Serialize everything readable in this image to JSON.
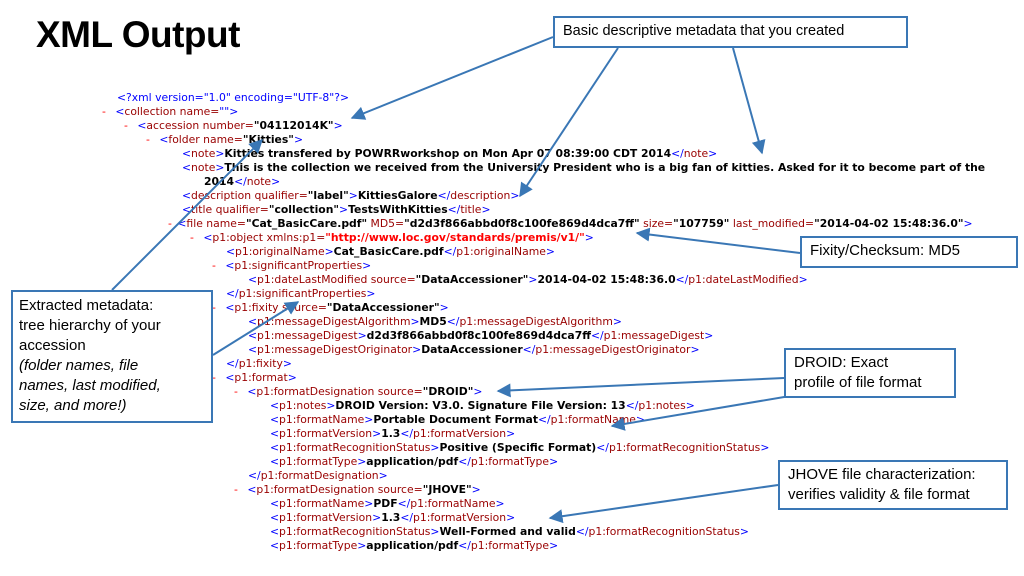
{
  "title": "XML Output",
  "callouts": {
    "basic": "Basic descriptive metadata that you created",
    "fixity": "Fixity/Checksum: MD5",
    "extracted_line1": "Extracted metadata:",
    "extracted_line2": "tree hierarchy of your",
    "extracted_line3": "accession",
    "extracted_italic1": "(folder names, file",
    "extracted_italic2": "names, last modified,",
    "extracted_italic3": "size, and more!)",
    "droid_line1": "DROID: Exact",
    "droid_line2": "profile of file format",
    "jhove_line1": "JHOVE file characterization:",
    "jhove_line2": "verifies validity & file format"
  },
  "colors": {
    "arrow": "#3a77b5",
    "tag": "#990000",
    "bracket": "#0000ff",
    "minus": "#ff0000"
  },
  "xml": {
    "l0": "<?xml version=\"1.0\" encoding=\"UTF-8\"?>",
    "minus": "-",
    "collection_open": "<collection name=\"\">",
    "accession_tag": "accession number=",
    "accession_number": "\"04112014K\"",
    "folder_tag": "folder name=",
    "folder_name": "\"Kitties\"",
    "note_tag": "note",
    "note1": "Kitties transfered by POWRRworkshop on Mon Apr 07 08:39:00 CDT 2014",
    "note2a": "This is the collection we received from the University President who is a big fan of kitties. Asked for it to become part of the",
    "note2b": "2014",
    "description_tag": "description qualifier=",
    "description_qualifier": "\"label\"",
    "description_value": "KittiesGalore",
    "description_close": "description",
    "title_tag": "title qualifier=",
    "title_qualifier": "\"collection\"",
    "title_value": "TestsWithKitties",
    "title_close": "title",
    "file_tag": "file name=",
    "file_name": "\"Cat_BasicCare.pdf\"",
    "md5_attr": " MD5=",
    "md5_value": "\"d2d3f866abbd0f8c100fe869d4dca7ff\"",
    "size_attr": " size=",
    "size_value": "\"107759\"",
    "lastmod_attr": " last_modified=",
    "lastmod_value": "\"2014-04-02 15:48:36.0\"",
    "object_tag": "p1:object xmlns:p1=",
    "object_ns": "\"http://www.loc.gov/standards/premis/v1/\"",
    "originalName_tag": "p1:originalName",
    "originalName_value": "Cat_BasicCare.pdf",
    "sigprops_tag": "p1:significantProperties",
    "datelm_tag": "p1:dateLastModified source=",
    "datelm_source": "\"DataAccessioner\"",
    "datelm_value": "2014-04-02 15:48:36.0",
    "datelm_close": "p1:dateLastModified",
    "fixity_tag": "p1:fixity source=",
    "fixity_source": "\"DataAccessioner\"",
    "mda_tag": "p1:messageDigestAlgorithm",
    "mda_value": "MD5",
    "md_tag": "p1:messageDigest",
    "md_value": "d2d3f866abbd0f8c100fe869d4dca7ff",
    "mdo_tag": "p1:messageDigestOriginator",
    "mdo_value": "DataAccessioner",
    "fixity_close": "p1:fixity",
    "format_tag": "p1:format",
    "fd_tag": "p1:formatDesignation source=",
    "fd_droid": "\"DROID\"",
    "notes_tag": "p1:notes",
    "droid_notes": "DROID Version: V3.0. Signature File Version: 13",
    "fn_tag": "p1:formatName",
    "fn_value": "Portable Document Format",
    "fv_tag": "p1:formatVersion",
    "fv_value": "1.3",
    "frs_tag": "p1:formatRecognitionStatus",
    "frs_droid": "Positive (Specific Format)",
    "ft_tag": "p1:formatType",
    "ft_value": "application/pdf",
    "fd_close": "p1:formatDesignation",
    "fd_jhove": "\"JHOVE\"",
    "fn_jhove": "PDF",
    "fv_jhove": "1.3",
    "frs_jhove": "Well-Formed and valid",
    "ft_jhove": "application/pdf"
  }
}
